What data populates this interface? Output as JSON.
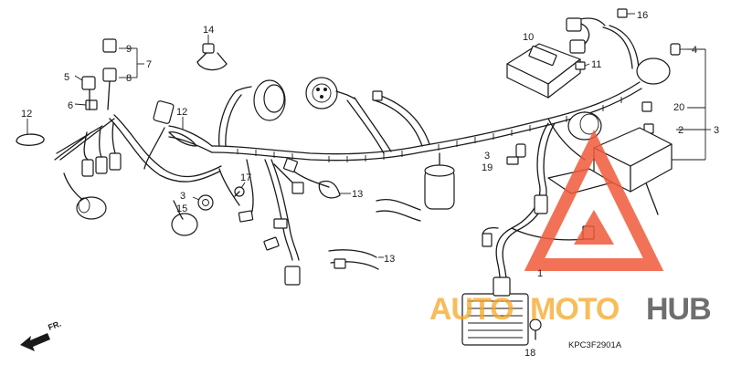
{
  "callouts": {
    "c14": "14",
    "c9": "9",
    "c8": "8",
    "c7": "7",
    "c5": "5",
    "c6": "6",
    "c12a": "12",
    "c12b": "12",
    "c3a": "3",
    "c15": "15",
    "c17": "17",
    "c13a": "13",
    "c13b": "13",
    "c10": "10",
    "c11": "11",
    "c16": "16",
    "c4": "4",
    "c20": "20",
    "c2": "2",
    "c3b": "3",
    "c3c": "3",
    "c19": "19",
    "c1": "1",
    "c18": "18"
  },
  "diagram_code": "KPC3F2901A",
  "direction_label": "FR.",
  "watermark": {
    "text_part1": "AUTO",
    "text_part2": "MOTO",
    "text_part3": "HUB",
    "color_accent": "#f05a3c",
    "color_accent_text": "#f5a623",
    "color_dark": "#4a4a4a"
  }
}
